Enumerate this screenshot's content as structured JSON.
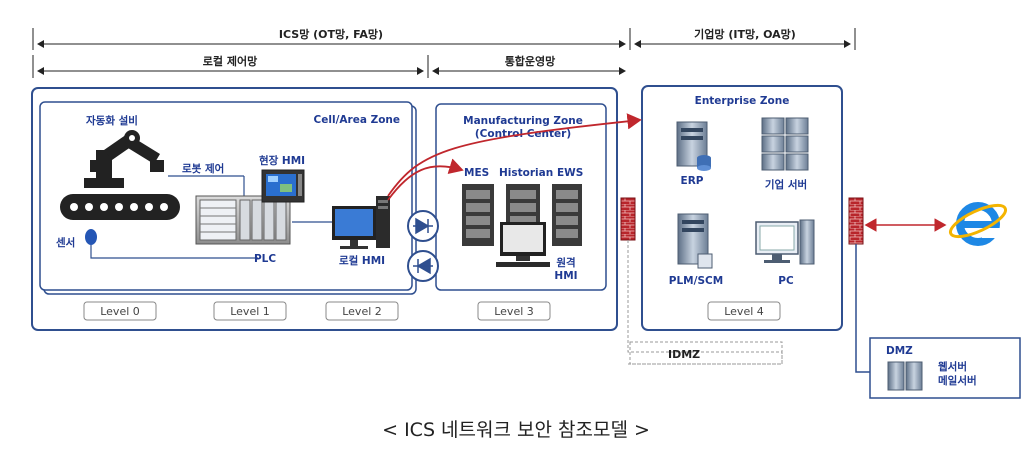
{
  "headers": {
    "ics": "ICS망 (OT망, FA망)",
    "enterprise": "기업망 (IT망, OA망)",
    "local": "로컬 제어망",
    "integrated": "통합운영망"
  },
  "zones": {
    "cell_area": "Cell/Area  Zone",
    "manufacturing_line1": "Manufacturing  Zone",
    "manufacturing_line2": "(Control Center)",
    "enterprise": "Enterprise  Zone",
    "dmz": "DMZ",
    "idmz": "IDMZ"
  },
  "devices": {
    "automation": "자동화 설비",
    "robot_control": "로봇 제어",
    "field_hmi": "현장 HMI",
    "sensor": "센서",
    "plc": "PLC",
    "local_hmi": "로컬 HMI",
    "mes": "MES",
    "historian": "Historian",
    "ews": "EWS",
    "remote_hmi_line1": "원격",
    "remote_hmi_line2": "HMI",
    "erp": "ERP",
    "corp_server": "기업 서버",
    "plm_scm": "PLM/SCM",
    "pc": "PC",
    "web_server": "웹서버",
    "mail_server": "메일서버"
  },
  "levels": [
    "Level 0",
    "Level 1",
    "Level 2",
    "Level 3",
    "Level 4"
  ],
  "caption": "< ICS 네트워크 보안 참조모델 >",
  "colors": {
    "zone_border": "#2f4f8f",
    "label_blue": "#1f3a93",
    "link_red": "#c0272d",
    "firewall": "#b8252b",
    "ie_blue": "#1e88e5"
  }
}
